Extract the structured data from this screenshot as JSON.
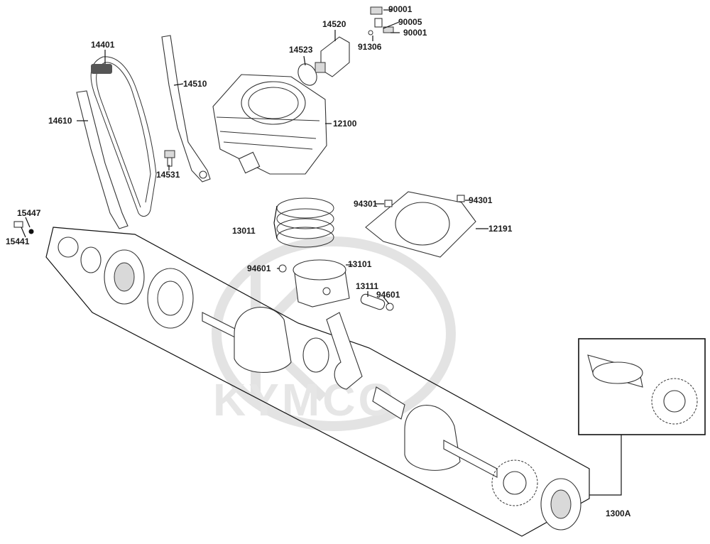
{
  "watermark": {
    "brand": "KYMCO"
  },
  "callouts": {
    "p90001a": "90001",
    "p90005": "90005",
    "p90001b": "90001",
    "p91306": "91306",
    "p14520": "14520",
    "p14523": "14523",
    "p14401": "14401",
    "p14510": "14510",
    "p14610": "14610",
    "p12100": "12100",
    "p14531": "14531",
    "p94301a": "94301",
    "p94301b": "94301",
    "p15447": "15447",
    "p15441": "15441",
    "p13011": "13011",
    "p12191": "12191",
    "p94601a": "94601",
    "p13101": "13101",
    "p13111": "13111",
    "p94601b": "94601",
    "p1300A": "1300A"
  }
}
